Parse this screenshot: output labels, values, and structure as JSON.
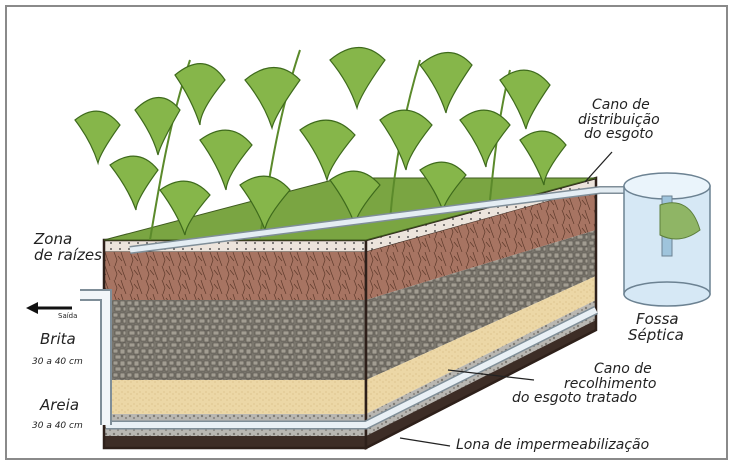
{
  "labels": {
    "zona_line1": "Zona",
    "zona_line2": "de raízes",
    "saida": "Saída",
    "brita": "Brita",
    "brita_depth": "30 a 40 cm",
    "areia": "Areia",
    "areia_depth": "30 a 40 cm",
    "cano_dist_line1": "Cano de",
    "cano_dist_line2": "distribuição",
    "cano_dist_line3": "do esgoto",
    "fossa_line1": "Fossa",
    "fossa_line2": "Séptica",
    "cano_rec_line1": "Cano de",
    "cano_rec_line2": "recolhimento",
    "cano_rec_line3": "do esgoto tratado",
    "lona": "Lona de impermeabilização"
  },
  "colors": {
    "leaf": "#7fb043",
    "leaf_dark": "#4f7d25",
    "grass": "#6e9a3a",
    "soil": "#9b6a55",
    "gravel": "#6e6a62",
    "sand": "#e8d3a2",
    "pipe": "#dde7ef",
    "box_edge": "#3a2a22",
    "tank": "#cfe3f2"
  }
}
